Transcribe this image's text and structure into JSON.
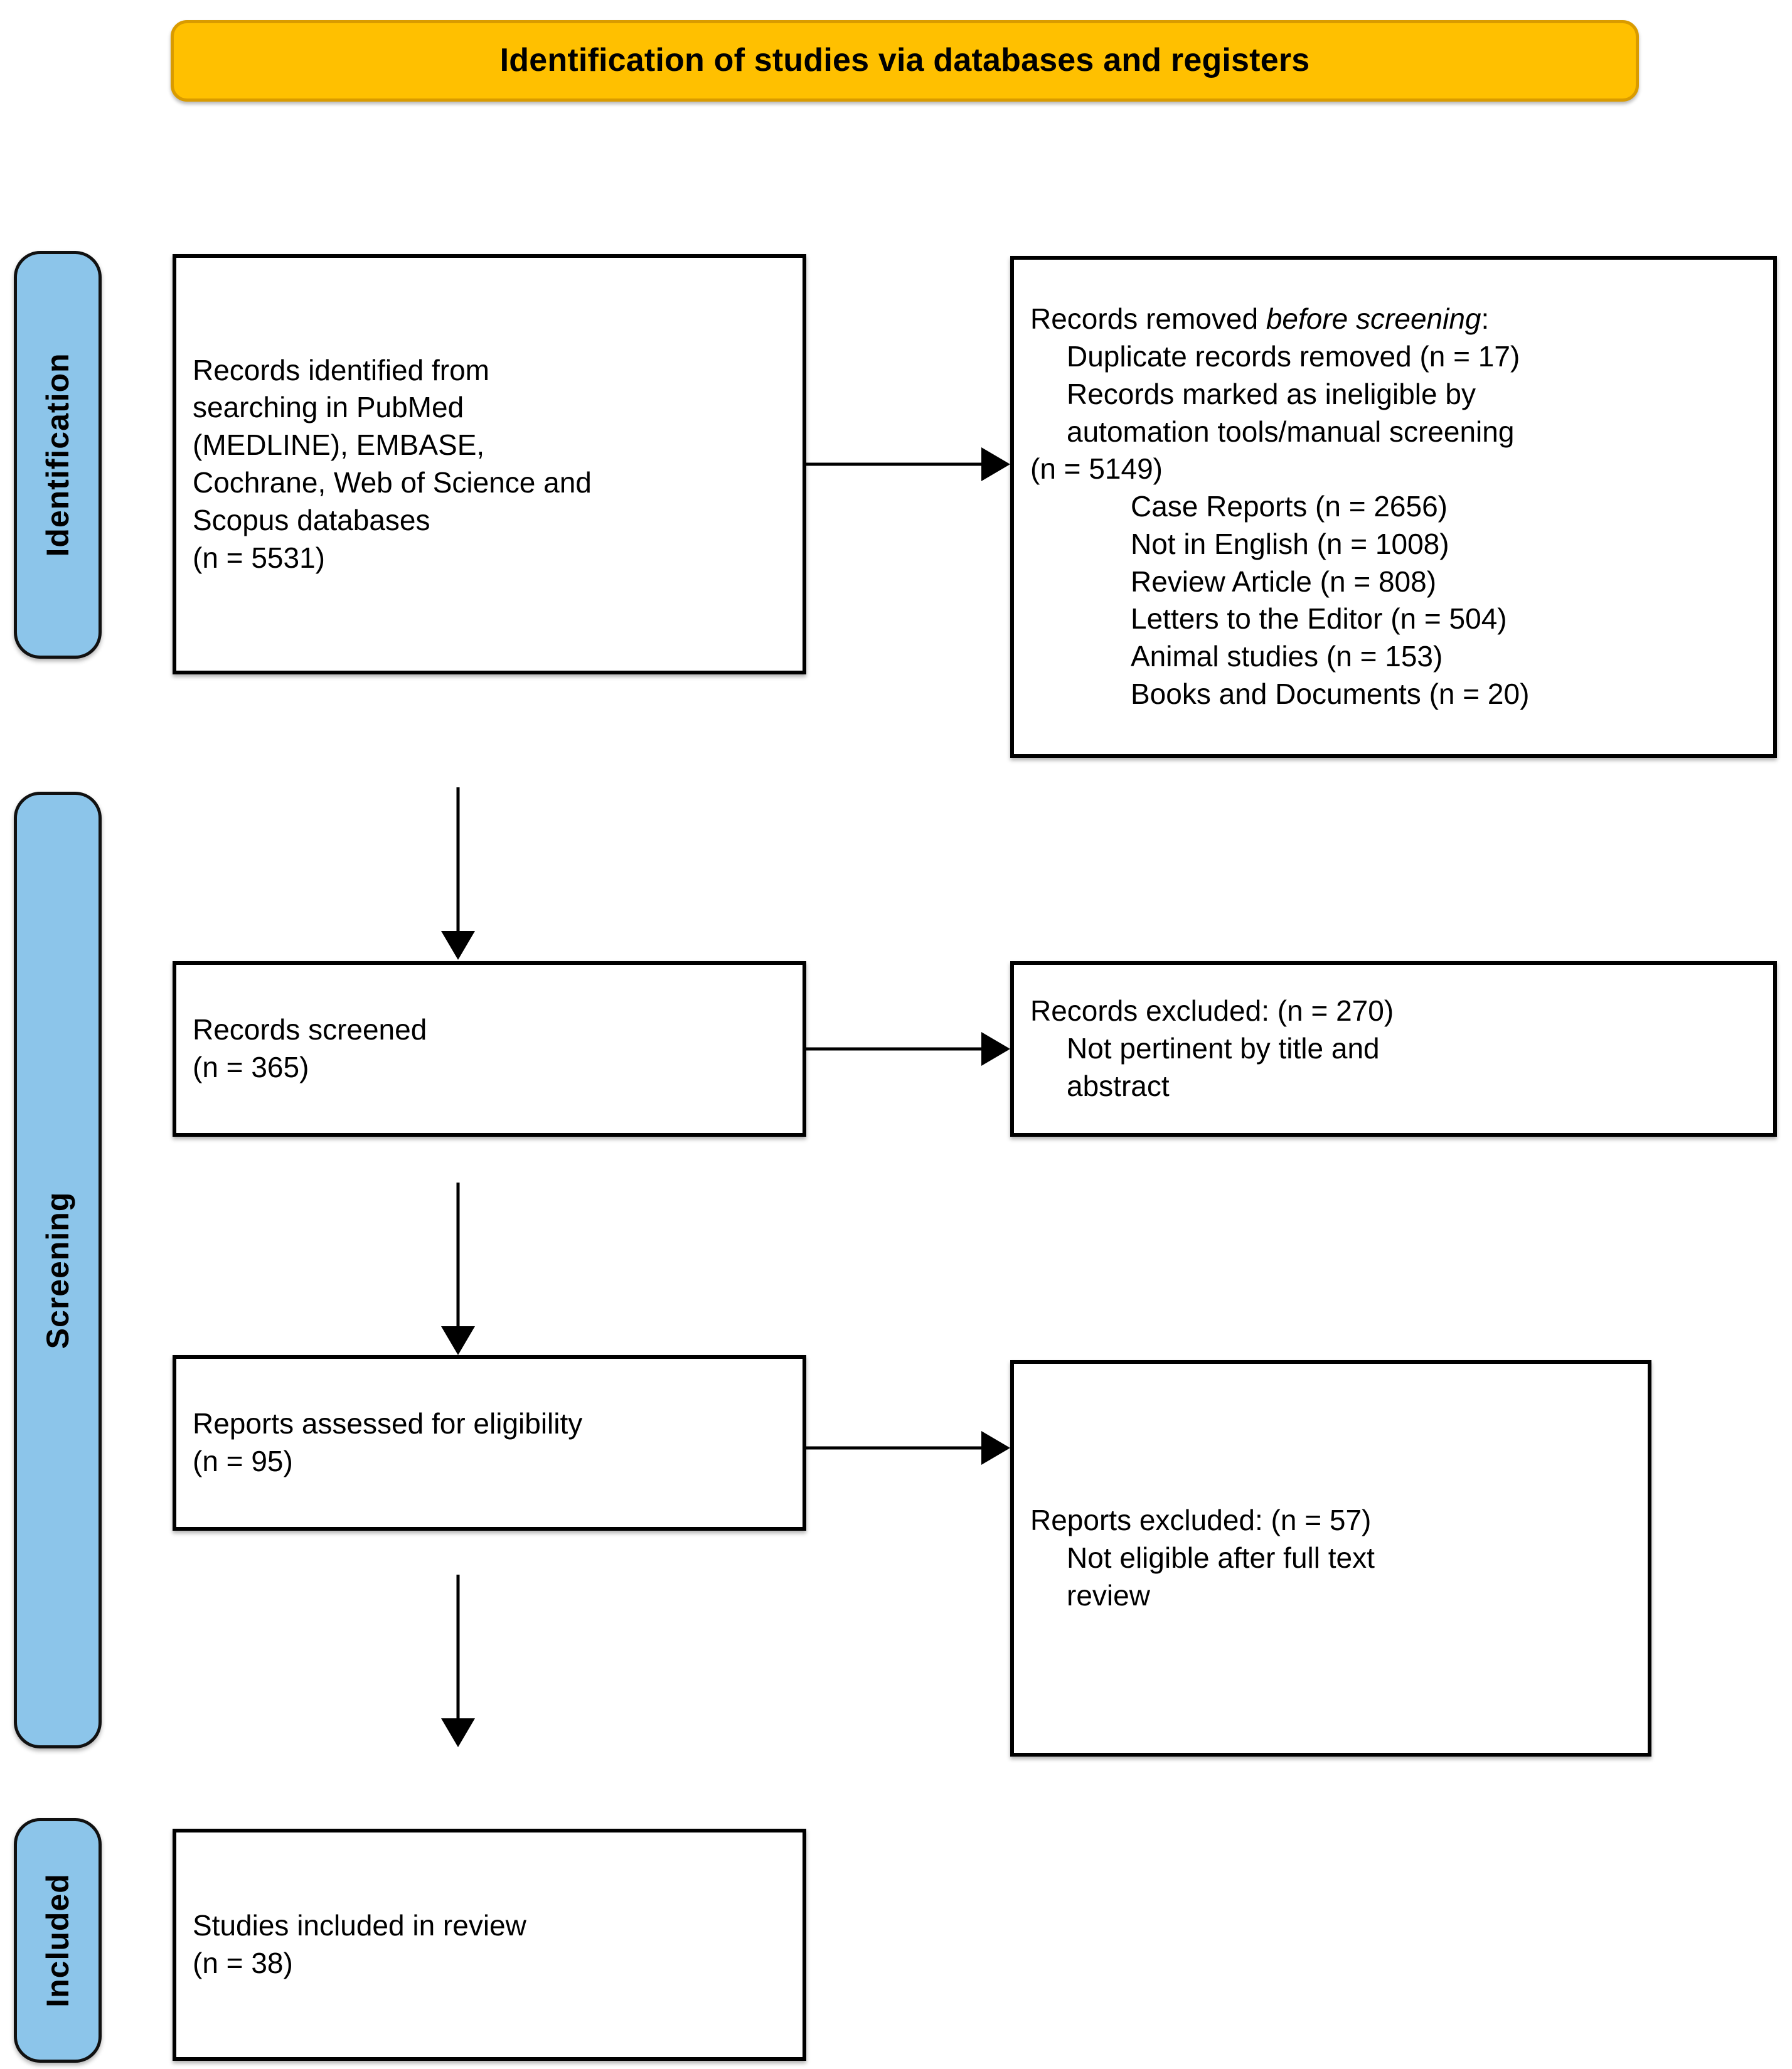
{
  "diagram": {
    "title": "Identification of studies via databases and registers",
    "colors": {
      "banner_fill": "#FFC000",
      "banner_border": "#D99B00",
      "stage_tab_fill": "#8CC5EA",
      "box_border": "#000000",
      "text": "#000000"
    }
  },
  "stages": {
    "identification": "Identification",
    "screening": "Screening",
    "included": "Included"
  },
  "boxes": {
    "records_identified": {
      "line1": "Records identified from",
      "line2": "searching in PubMed",
      "line3": "(MEDLINE), EMBASE,",
      "line4": "Cochrane, Web of Science and",
      "line5": "Scopus databases",
      "line6": "(n = 5531)"
    },
    "records_removed": {
      "heading_pre": "Records removed ",
      "heading_italic": "before screening",
      "heading_post": ":",
      "sub1": "Duplicate records removed (n = 17)",
      "sub2": "Records marked as ineligible by",
      "sub3": "automation tools/manual screening",
      "sub4": "(n = 5149)",
      "reasons": [
        "Case Reports (n = 2656)",
        "Not in English (n = 1008)",
        "Review Article (n = 808)",
        "Letters to the Editor (n = 504)",
        "Animal studies (n = 153)",
        "Books and Documents (n = 20)"
      ]
    },
    "records_screened": {
      "line1": "Records screened",
      "line2": "(n = 365)"
    },
    "records_excluded": {
      "line1": "Records excluded: (n = 270)",
      "line2": "Not pertinent by title and",
      "line3": "abstract"
    },
    "reports_assessed": {
      "line1": "Reports assessed for eligibility",
      "line2": "(n = 95)"
    },
    "reports_excluded": {
      "line1": "Reports excluded: (n = 57)",
      "line2": "Not eligible after full text",
      "line3": "review"
    },
    "studies_included": {
      "line1": "Studies included in review",
      "line2": "(n = 38)"
    }
  },
  "chart_data": {
    "type": "diagram",
    "title": "Identification of studies via databases and registers",
    "flow": [
      {
        "stage": "Identification",
        "node": "Records identified from searching in PubMed (MEDLINE), EMBASE, Cochrane, Web of Science and Scopus databases",
        "n": 5531
      },
      {
        "stage": "Identification",
        "node": "Records removed before screening: Duplicate records removed",
        "n": 17
      },
      {
        "stage": "Identification",
        "node": "Records marked as ineligible by automation tools/manual screening",
        "n": 5149
      },
      {
        "stage": "Identification",
        "node": "Case Reports",
        "n": 2656
      },
      {
        "stage": "Identification",
        "node": "Not in English",
        "n": 1008
      },
      {
        "stage": "Identification",
        "node": "Review Article",
        "n": 808
      },
      {
        "stage": "Identification",
        "node": "Letters to the Editor",
        "n": 504
      },
      {
        "stage": "Identification",
        "node": "Animal studies",
        "n": 153
      },
      {
        "stage": "Identification",
        "node": "Books and Documents",
        "n": 20
      },
      {
        "stage": "Screening",
        "node": "Records screened",
        "n": 365
      },
      {
        "stage": "Screening",
        "node": "Records excluded: Not pertinent by title and abstract",
        "n": 270
      },
      {
        "stage": "Screening",
        "node": "Reports assessed for eligibility",
        "n": 95
      },
      {
        "stage": "Screening",
        "node": "Reports excluded: Not eligible after full text review",
        "n": 57
      },
      {
        "stage": "Included",
        "node": "Studies included in review",
        "n": 38
      }
    ]
  }
}
